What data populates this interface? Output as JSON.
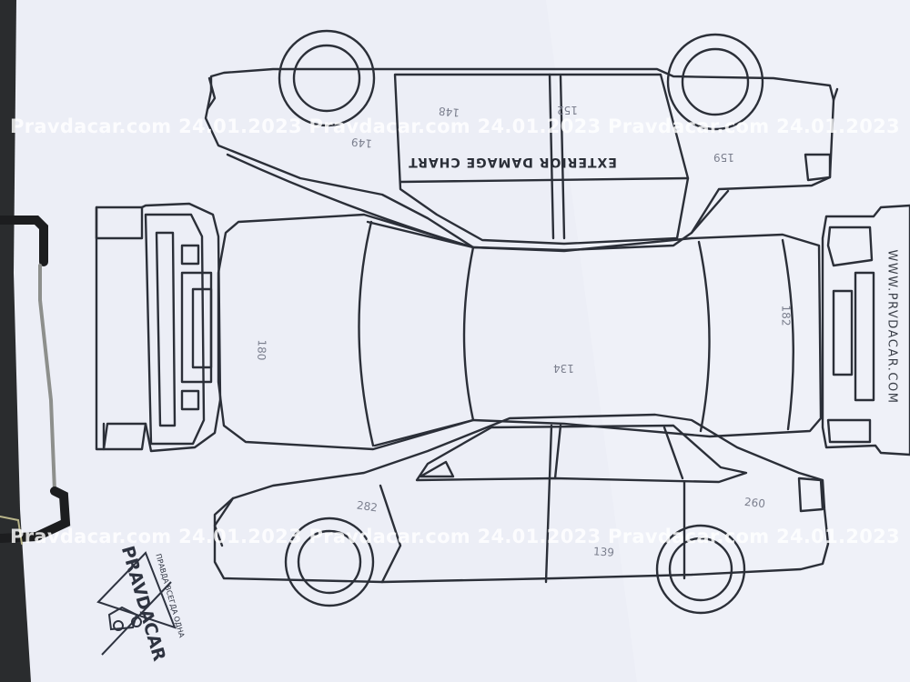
{
  "chart": {
    "title": "EXTERIOR DAMAGE CHART",
    "site": "WWW.PRVDACAR.COM"
  },
  "measurements": [
    {
      "id": "roof-left",
      "value": "149"
    },
    {
      "id": "roof-front",
      "value": "148"
    },
    {
      "id": "roof-center",
      "value": "152"
    },
    {
      "id": "roof-rear",
      "value": "159"
    },
    {
      "id": "hood",
      "value": "182"
    },
    {
      "id": "roof-top",
      "value": "134"
    },
    {
      "id": "trunk",
      "value": "180"
    },
    {
      "id": "front-door",
      "value": "282"
    },
    {
      "id": "rear-quarter",
      "value": "260"
    },
    {
      "id": "rocker",
      "value": "139"
    }
  ],
  "watermarks": [
    "Pravdacar.com 24.01.2023 Pravdacar.com 24.01.2023 Pravdacar.com 24.01.2023",
    "Pravdacar.com 24.01.2023 Pravdacar.com 24.01.2023 Pravdacar.com 24.01.2023"
  ],
  "stamp": {
    "brand": "PRAVDACAR",
    "slogan": "ПРАВДА ВСЕГДА ОДНА"
  },
  "colors": {
    "paper": "#eef0f7",
    "ink": "#2b2f38",
    "pencil": "#7b7f8e"
  }
}
